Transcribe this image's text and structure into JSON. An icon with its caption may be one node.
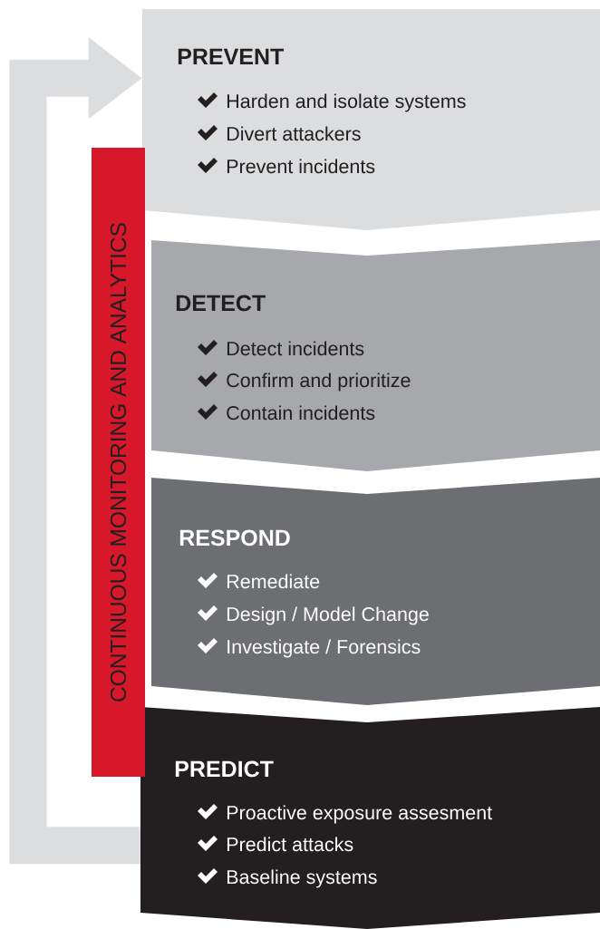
{
  "diagram": {
    "nodes": [
      {
        "text": [
          "PREVENT",
          "Harden and isolate systems",
          "Divert attackers",
          "Prevent incidents"
        ]
      },
      {
        "text": [
          "DETECT",
          "Detect incidents",
          "Confirm and prioritize",
          "Contain incidents"
        ]
      },
      {
        "text": [
          "RESPOND",
          "Remediate",
          "Design / Model Change",
          "Investigate / Forensics"
        ]
      },
      {
        "text": [
          "PREDICT",
          "Proactive exposure assesment",
          "Predict attacks",
          "Baseline systems"
        ]
      },
      {
        "text": [
          "CONTINUOUS MONITORING AND ANALYTICS"
        ]
      }
    ],
    "edges": [
      {
        "from": 3,
        "to": 0,
        "arrow": "to"
      }
    ]
  }
}
